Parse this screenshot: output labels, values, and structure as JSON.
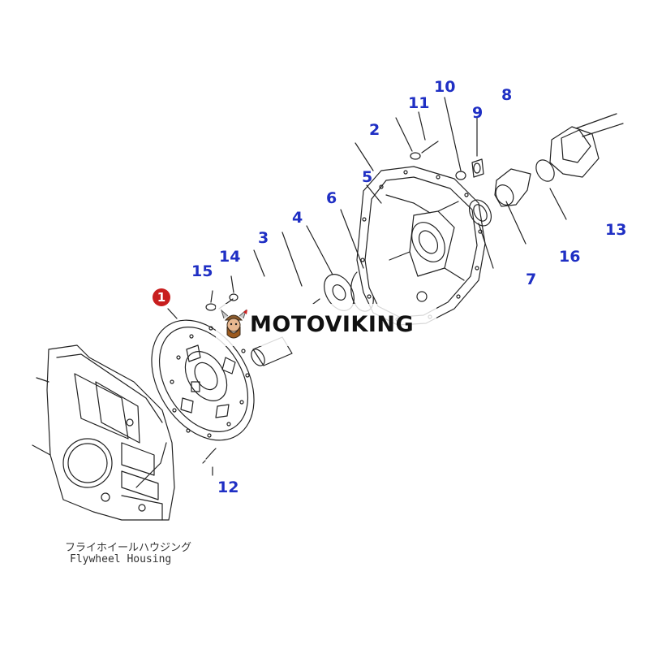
{
  "diagram": {
    "callouts": [
      "1",
      "2",
      "3",
      "4",
      "5",
      "6",
      "7",
      "8",
      "9",
      "10",
      "11",
      "12",
      "13",
      "14",
      "15",
      "16"
    ],
    "housing_caption_jp": "フライホイールハウジング",
    "housing_caption_en": "Flywheel Housing"
  },
  "watermark": {
    "text": "MOTOVIKING"
  },
  "colors": {
    "callout": "#1f2fc4",
    "badge": "#c81e1e",
    "line": "#222222"
  }
}
